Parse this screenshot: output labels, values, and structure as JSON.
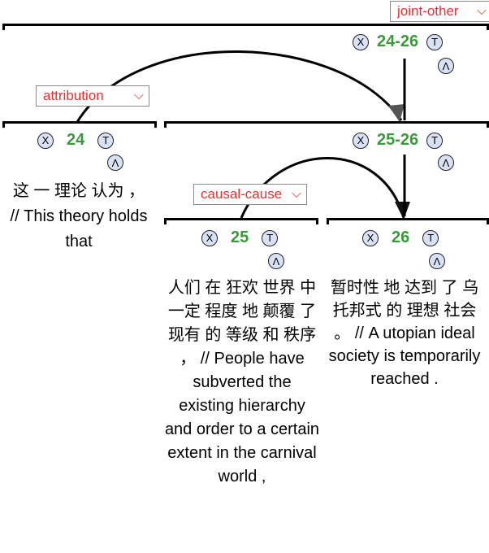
{
  "relations": {
    "joint_other": "joint-other",
    "attribution": "attribution",
    "causal": "causal-cause"
  },
  "nodes": {
    "n2426": {
      "label": "24-26",
      "collapse_icon": "x-circle-icon",
      "type_icon": "t-circle-icon",
      "up_icon": "caret-up-circle-icon"
    },
    "n24": {
      "label": "24"
    },
    "n2526": {
      "label": "25-26"
    },
    "n25": {
      "label": "25"
    },
    "n26": {
      "label": "26"
    }
  },
  "buttons": {
    "x": "X",
    "t": "T",
    "up": "Λ"
  },
  "segments": {
    "s24": "这 一 理论 认为 ， // This theory holds that",
    "s25": "人们 在 狂欢 世界 中 一定 程度 地 颠覆 了 现有 的 等级 和 秩序 ， // People have subverted the existing hierarchy and order to a certain extent in the carnival world ,",
    "s26": "暂时性 地 达到 了 乌托邦式 的 理想 社会 。 // A utopian ideal society is temporarily reached ."
  },
  "colors": {
    "relation_text": "#e53030",
    "node_number": "#3a9a3a",
    "button_fill": "#d8e2f4"
  }
}
